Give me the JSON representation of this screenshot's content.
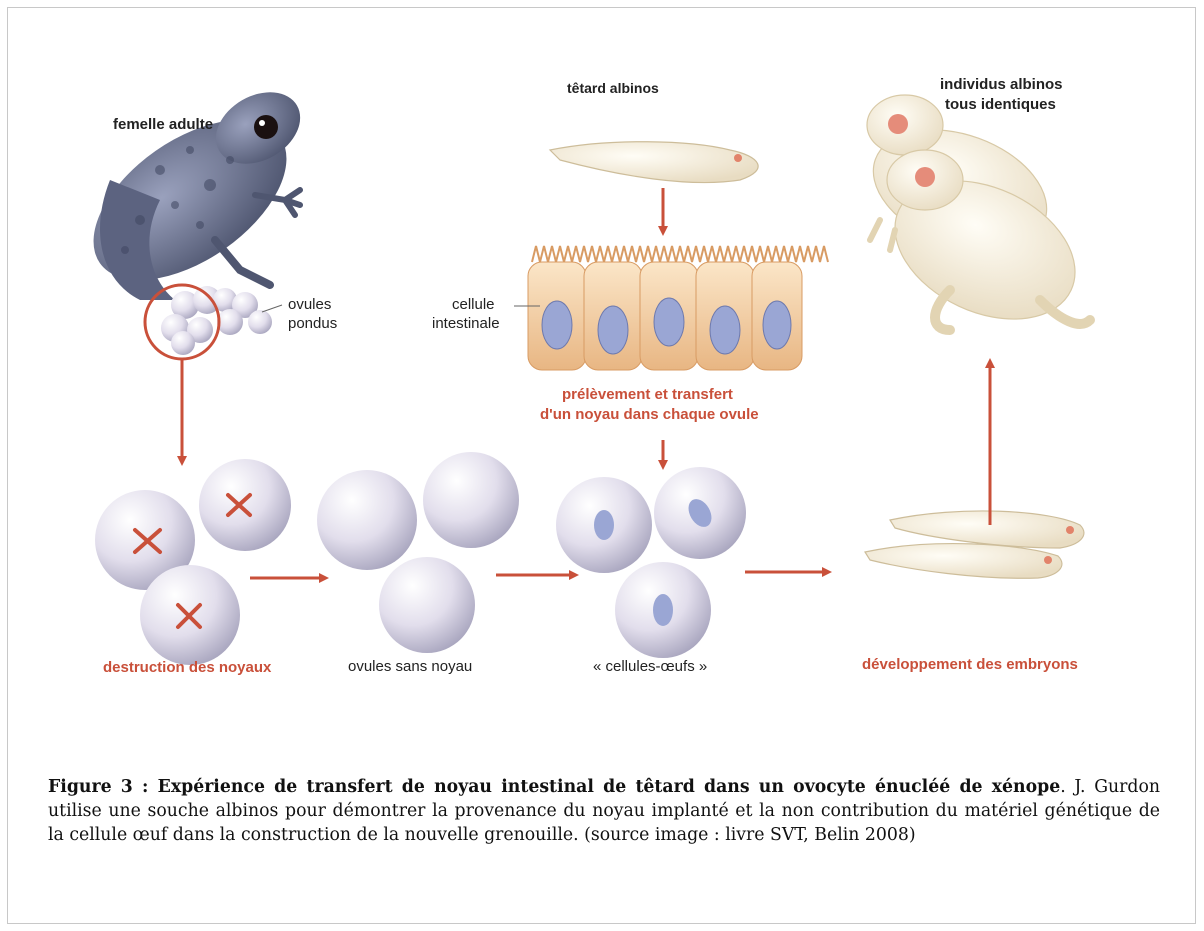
{
  "labels": {
    "adult_female": "femelle adulte",
    "albino_tadpole": "têtard albinos",
    "albino_individuals_line1": "individus albinos",
    "albino_individuals_line2": "tous identiques",
    "laid_eggs_line1": "ovules",
    "laid_eggs_line2": "pondus",
    "intestinal_cell_line1": "cellule",
    "intestinal_cell_line2": "intestinale",
    "transfer_line1": "prélèvement et transfert",
    "transfer_line2": "d'un noyau dans chaque ovule",
    "nuclei_destruction": "destruction des noyaux",
    "enucleated_eggs": "ovules sans noyau",
    "egg_cells": "« cellules-œufs »",
    "embryo_development": "développement des embryons"
  },
  "caption": {
    "title": "Figure 3 : Expérience de transfert de noyau intestinal de têtard dans un ovocyte énucléé de xénope",
    "body": ". J. Gurdon utilise une souche albinos pour démontrer la provenance du noyau implanté et la non contribution du matériel génétique de la cellule œuf dans la construction de la nouvelle grenouille. (source image : livre SVT, Belin 2008)"
  },
  "colors": {
    "arrow": "#c9503a",
    "label_red": "#c9503a",
    "frog_gray": "#6f7690",
    "albino": "#f3eadb",
    "egg": "#d9d5e6",
    "nucleus": "#9aa6d4",
    "intestine_cell": "#f1c99e"
  }
}
